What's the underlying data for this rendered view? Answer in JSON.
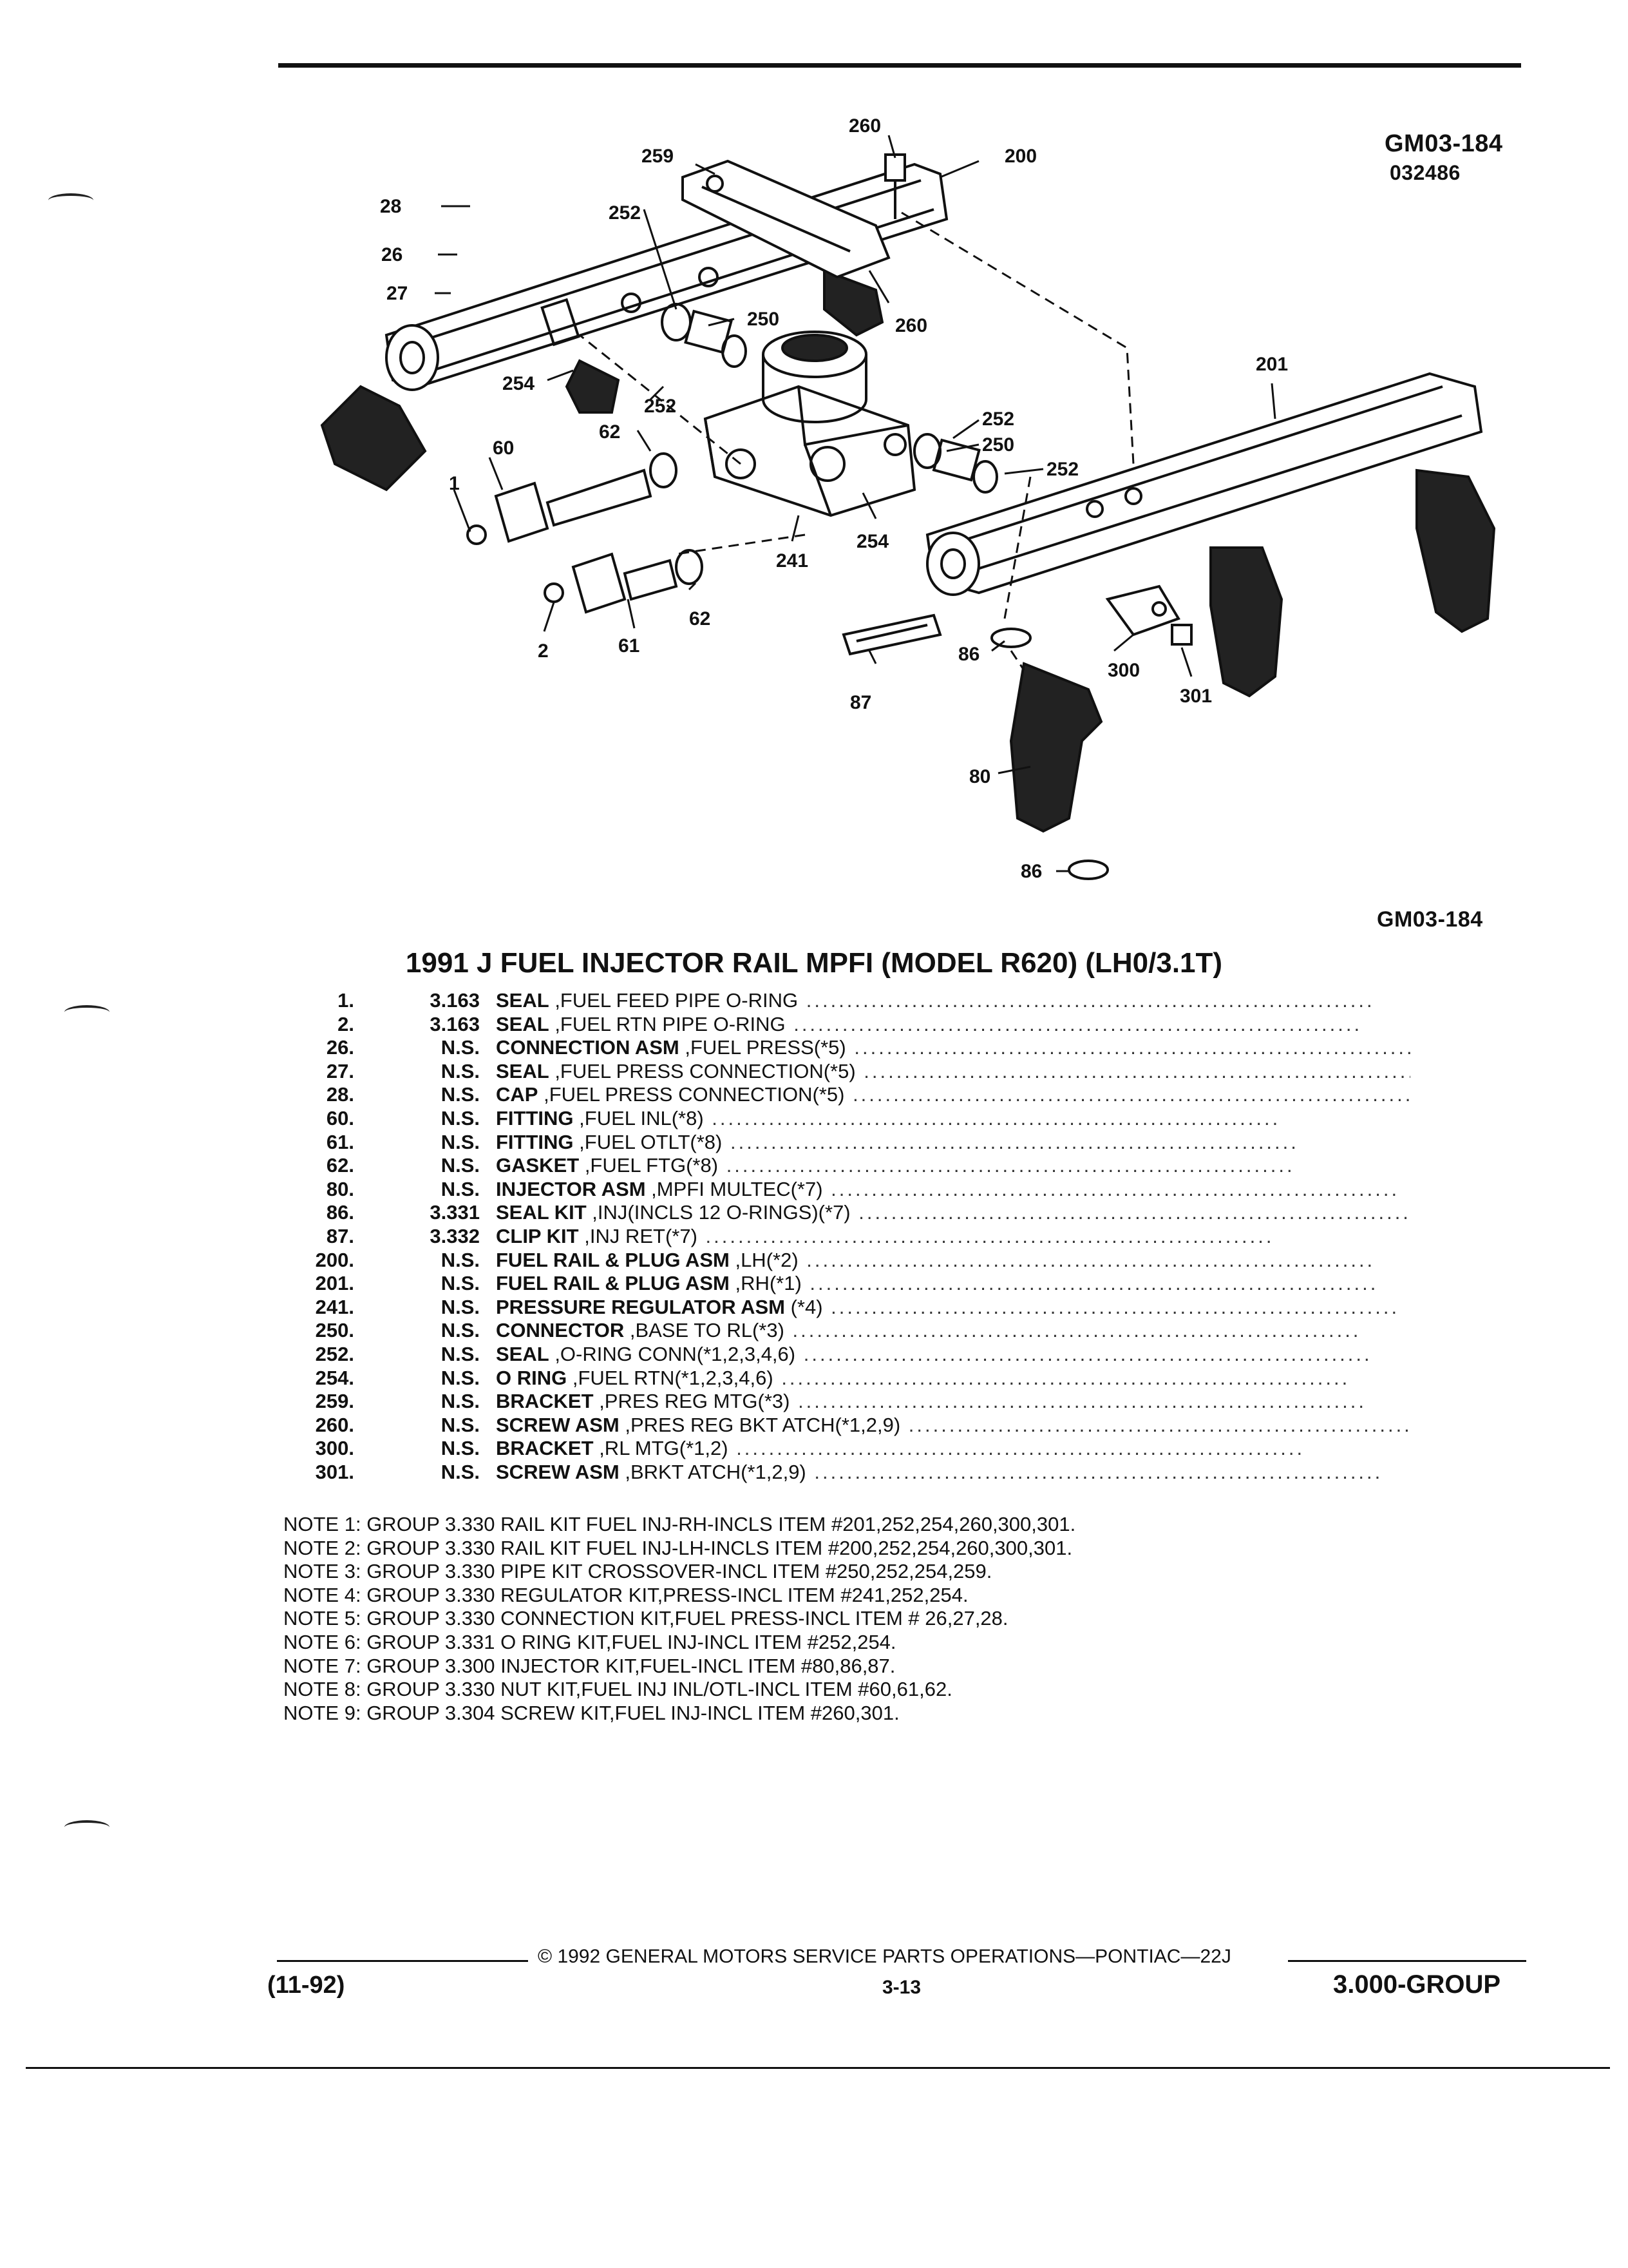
{
  "header": {
    "illustration_code": "GM03-184",
    "illustration_number": "032486",
    "illustration_code_bottom": "GM03-184"
  },
  "diagram_labels": {
    "l260a": "260",
    "l259": "259",
    "l200": "200",
    "l28": "28",
    "l252a": "252",
    "l26": "26",
    "l27": "27",
    "l250a": "250",
    "l260b": "260",
    "l201": "201",
    "l254a": "254",
    "l252b": "252",
    "l62a": "62",
    "l60": "60",
    "l252c": "252",
    "l250b": "250",
    "l252d": "252",
    "l1": "1",
    "l254b": "254",
    "l241": "241",
    "l62b": "62",
    "l2": "2",
    "l61": "61",
    "l86a": "86",
    "l300": "300",
    "l87": "87",
    "l301": "301",
    "l80": "80",
    "l86b": "86"
  },
  "title": "1991 J FUEL INJECTOR RAIL MPFI (MODEL R620) (LH0/3.1T)",
  "parts": [
    {
      "no": "1.",
      "group": "3.163",
      "name": "SEAL",
      "desc": ",FUEL FEED PIPE O-RING"
    },
    {
      "no": "2.",
      "group": "3.163",
      "name": "SEAL",
      "desc": ",FUEL RTN PIPE O-RING"
    },
    {
      "no": "26.",
      "group": "N.S.",
      "name": "CONNECTION ASM",
      "desc": ",FUEL PRESS(*5)"
    },
    {
      "no": "27.",
      "group": "N.S.",
      "name": "SEAL",
      "desc": ",FUEL PRESS CONNECTION(*5)"
    },
    {
      "no": "28.",
      "group": "N.S.",
      "name": "CAP",
      "desc": ",FUEL PRESS CONNECTION(*5)"
    },
    {
      "no": "60.",
      "group": "N.S.",
      "name": "FITTING",
      "desc": ",FUEL INL(*8)"
    },
    {
      "no": "61.",
      "group": "N.S.",
      "name": "FITTING",
      "desc": ",FUEL OTLT(*8)"
    },
    {
      "no": "62.",
      "group": "N.S.",
      "name": "GASKET",
      "desc": ",FUEL FTG(*8)"
    },
    {
      "no": "80.",
      "group": "N.S.",
      "name": "INJECTOR ASM",
      "desc": ",MPFI MULTEC(*7)"
    },
    {
      "no": "86.",
      "group": "3.331",
      "name": "SEAL KIT",
      "desc": ",INJ(INCLS 12 O-RINGS)(*7)"
    },
    {
      "no": "87.",
      "group": "3.332",
      "name": "CLIP KIT",
      "desc": ",INJ RET(*7)"
    },
    {
      "no": "200.",
      "group": "N.S.",
      "name": "FUEL RAIL & PLUG ASM",
      "desc": ",LH(*2)"
    },
    {
      "no": "201.",
      "group": "N.S.",
      "name": "FUEL RAIL & PLUG ASM",
      "desc": ",RH(*1)"
    },
    {
      "no": "241.",
      "group": "N.S.",
      "name": "PRESSURE REGULATOR ASM",
      "desc": "(*4)"
    },
    {
      "no": "250.",
      "group": "N.S.",
      "name": "CONNECTOR",
      "desc": ",BASE TO RL(*3)"
    },
    {
      "no": "252.",
      "group": "N.S.",
      "name": "SEAL",
      "desc": ",O-RING CONN(*1,2,3,4,6)"
    },
    {
      "no": "254.",
      "group": "N.S.",
      "name": "O RING",
      "desc": ",FUEL RTN(*1,2,3,4,6)"
    },
    {
      "no": "259.",
      "group": "N.S.",
      "name": "BRACKET",
      "desc": ",PRES REG MTG(*3)"
    },
    {
      "no": "260.",
      "group": "N.S.",
      "name": "SCREW ASM",
      "desc": ",PRES REG BKT ATCH(*1,2,9)"
    },
    {
      "no": "300.",
      "group": "N.S.",
      "name": "BRACKET",
      "desc": ",RL MTG(*1,2)"
    },
    {
      "no": "301.",
      "group": "N.S.",
      "name": "SCREW ASM",
      "desc": ",BRKT ATCH(*1,2,9)"
    }
  ],
  "notes": [
    "NOTE 1: GROUP 3.330 RAIL KIT FUEL INJ-RH-INCLS ITEM #201,252,254,260,300,301.",
    "NOTE 2: GROUP 3.330 RAIL KIT FUEL INJ-LH-INCLS ITEM #200,252,254,260,300,301.",
    "NOTE 3: GROUP 3.330 PIPE KIT CROSSOVER-INCL ITEM #250,252,254,259.",
    "NOTE 4: GROUP 3.330 REGULATOR KIT,PRESS-INCL ITEM #241,252,254.",
    "NOTE 5: GROUP 3.330 CONNECTION KIT,FUEL PRESS-INCL ITEM # 26,27,28.",
    "NOTE 6: GROUP 3.331 O RING KIT,FUEL INJ-INCL ITEM #252,254.",
    "NOTE 7: GROUP 3.300 INJECTOR KIT,FUEL-INCL ITEM #80,86,87.",
    "NOTE 8: GROUP 3.330 NUT KIT,FUEL INJ INL/OTL-INCL ITEM #60,61,62.",
    "NOTE 9: GROUP 3.304 SCREW KIT,FUEL INJ-INCL ITEM #260,301."
  ],
  "footer": {
    "copyright": "© 1992 GENERAL MOTORS SERVICE PARTS OPERATIONS—PONTIAC—22J",
    "date": "(11-92)",
    "page": "3-13",
    "group": "3.000-GROUP"
  }
}
